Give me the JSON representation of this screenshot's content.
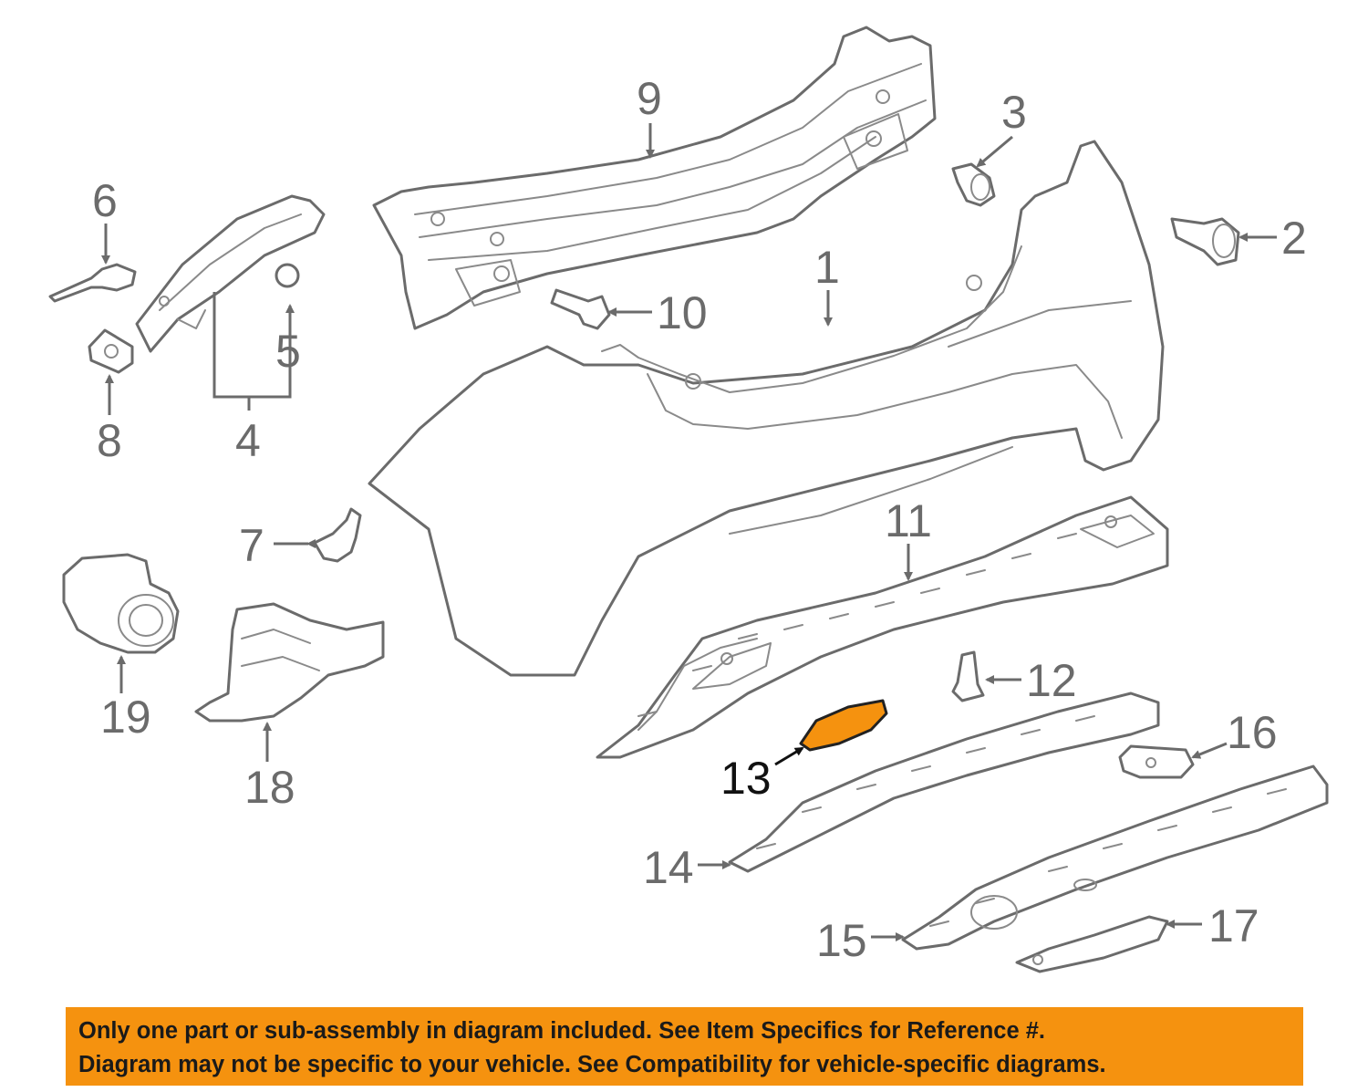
{
  "callouts": {
    "c1": "1",
    "c2": "2",
    "c3": "3",
    "c4": "4",
    "c5": "5",
    "c6": "6",
    "c7": "7",
    "c8": "8",
    "c9": "9",
    "c10": "10",
    "c11": "11",
    "c12": "12",
    "c13": "13",
    "c14": "14",
    "c15": "15",
    "c16": "16",
    "c17": "17",
    "c18": "18",
    "c19": "19"
  },
  "highlighted_part": "13",
  "colors": {
    "line_art": "#6b6b6b",
    "highlight_fill": "#f5920f",
    "notice_background": "#f5920f",
    "notice_text": "#1a1a1a"
  },
  "notice": {
    "line1": "Only one part or sub-assembly in diagram included. See Item Specifics for Reference #.",
    "line2": "Diagram may not be specific to your vehicle. See Compatibility for vehicle-specific diagrams."
  }
}
